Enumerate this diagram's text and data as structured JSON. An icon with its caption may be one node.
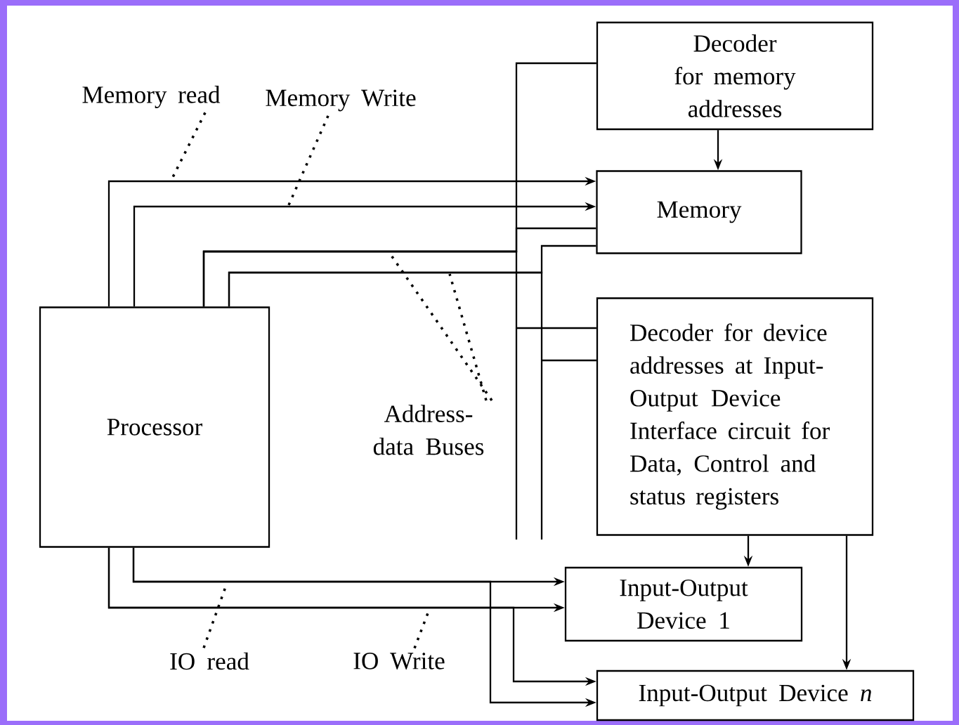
{
  "diagram": {
    "nodes": [
      {
        "text": [
          "Decoder for memory addresses"
        ]
      },
      {
        "text": [
          "Memory"
        ]
      },
      {
        "text": [
          "Decoder for device addresses at Input-Output Device Interface circuit for Data, Control and status registers"
        ]
      },
      {
        "text": [
          "Processor"
        ]
      },
      {
        "text": [
          "Input-Output Device 1"
        ]
      },
      {
        "text": [
          "Input-Output Device *n*"
        ]
      },
      {
        "text": [
          "Memory read"
        ]
      },
      {
        "text": [
          "Memory Write"
        ]
      },
      {
        "text": [
          "Address-data Buses"
        ]
      },
      {
        "text": [
          "IO read"
        ]
      },
      {
        "text": [
          "IO Write"
        ]
      }
    ],
    "edges": [
      {
        "from": 0,
        "to": 1,
        "arrow": "to"
      },
      {
        "from": 3,
        "to": 1,
        "arrow": "to"
      },
      {
        "from": 3,
        "to": 1,
        "arrow": "to"
      },
      {
        "from": 3,
        "to": 0,
        "arrow": "none"
      },
      {
        "from": 3,
        "to": 1,
        "arrow": "none"
      },
      {
        "from": 3,
        "to": 2,
        "arrow": "none"
      },
      {
        "from": 3,
        "to": 1,
        "arrow": "none"
      },
      {
        "from": 3,
        "to": 2,
        "arrow": "none"
      },
      {
        "from": 2,
        "to": 4,
        "arrow": "to"
      },
      {
        "from": 2,
        "to": 5,
        "arrow": "to"
      },
      {
        "from": 3,
        "to": 4,
        "arrow": "to"
      },
      {
        "from": 3,
        "to": 4,
        "arrow": "to"
      },
      {
        "from": 3,
        "to": 5,
        "arrow": "to"
      },
      {
        "from": 3,
        "to": 5,
        "arrow": "to"
      },
      {
        "from": 6,
        "to": null,
        "arrow": "none",
        "style": "dashed"
      },
      {
        "from": 7,
        "to": null,
        "arrow": "none",
        "style": "dashed"
      },
      {
        "from": 8,
        "to": null,
        "arrow": "none",
        "style": "dashed"
      },
      {
        "from": 8,
        "to": null,
        "arrow": "none",
        "style": "dashed"
      },
      {
        "from": 9,
        "to": null,
        "arrow": "none",
        "style": "dashed"
      },
      {
        "from": 10,
        "to": null,
        "arrow": "none",
        "style": "dashed"
      }
    ]
  }
}
